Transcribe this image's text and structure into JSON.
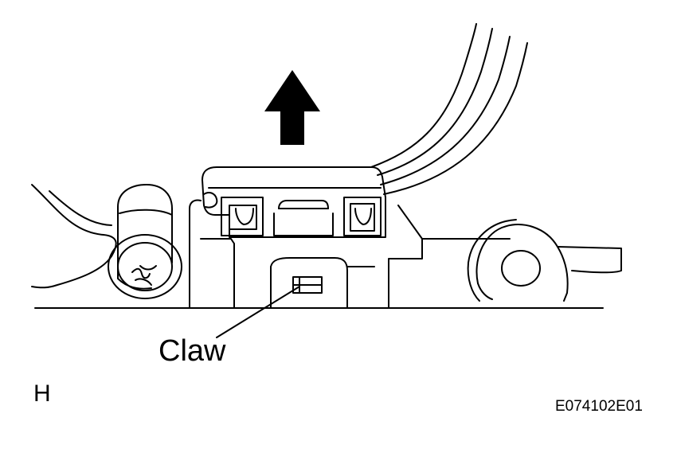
{
  "labels": {
    "claw": "Claw",
    "view_letter": "H",
    "figure_code": "E074102E01"
  },
  "colors": {
    "line": "#000000",
    "background": "#ffffff"
  },
  "icons": {
    "direction_arrow": "up-arrow-icon"
  }
}
